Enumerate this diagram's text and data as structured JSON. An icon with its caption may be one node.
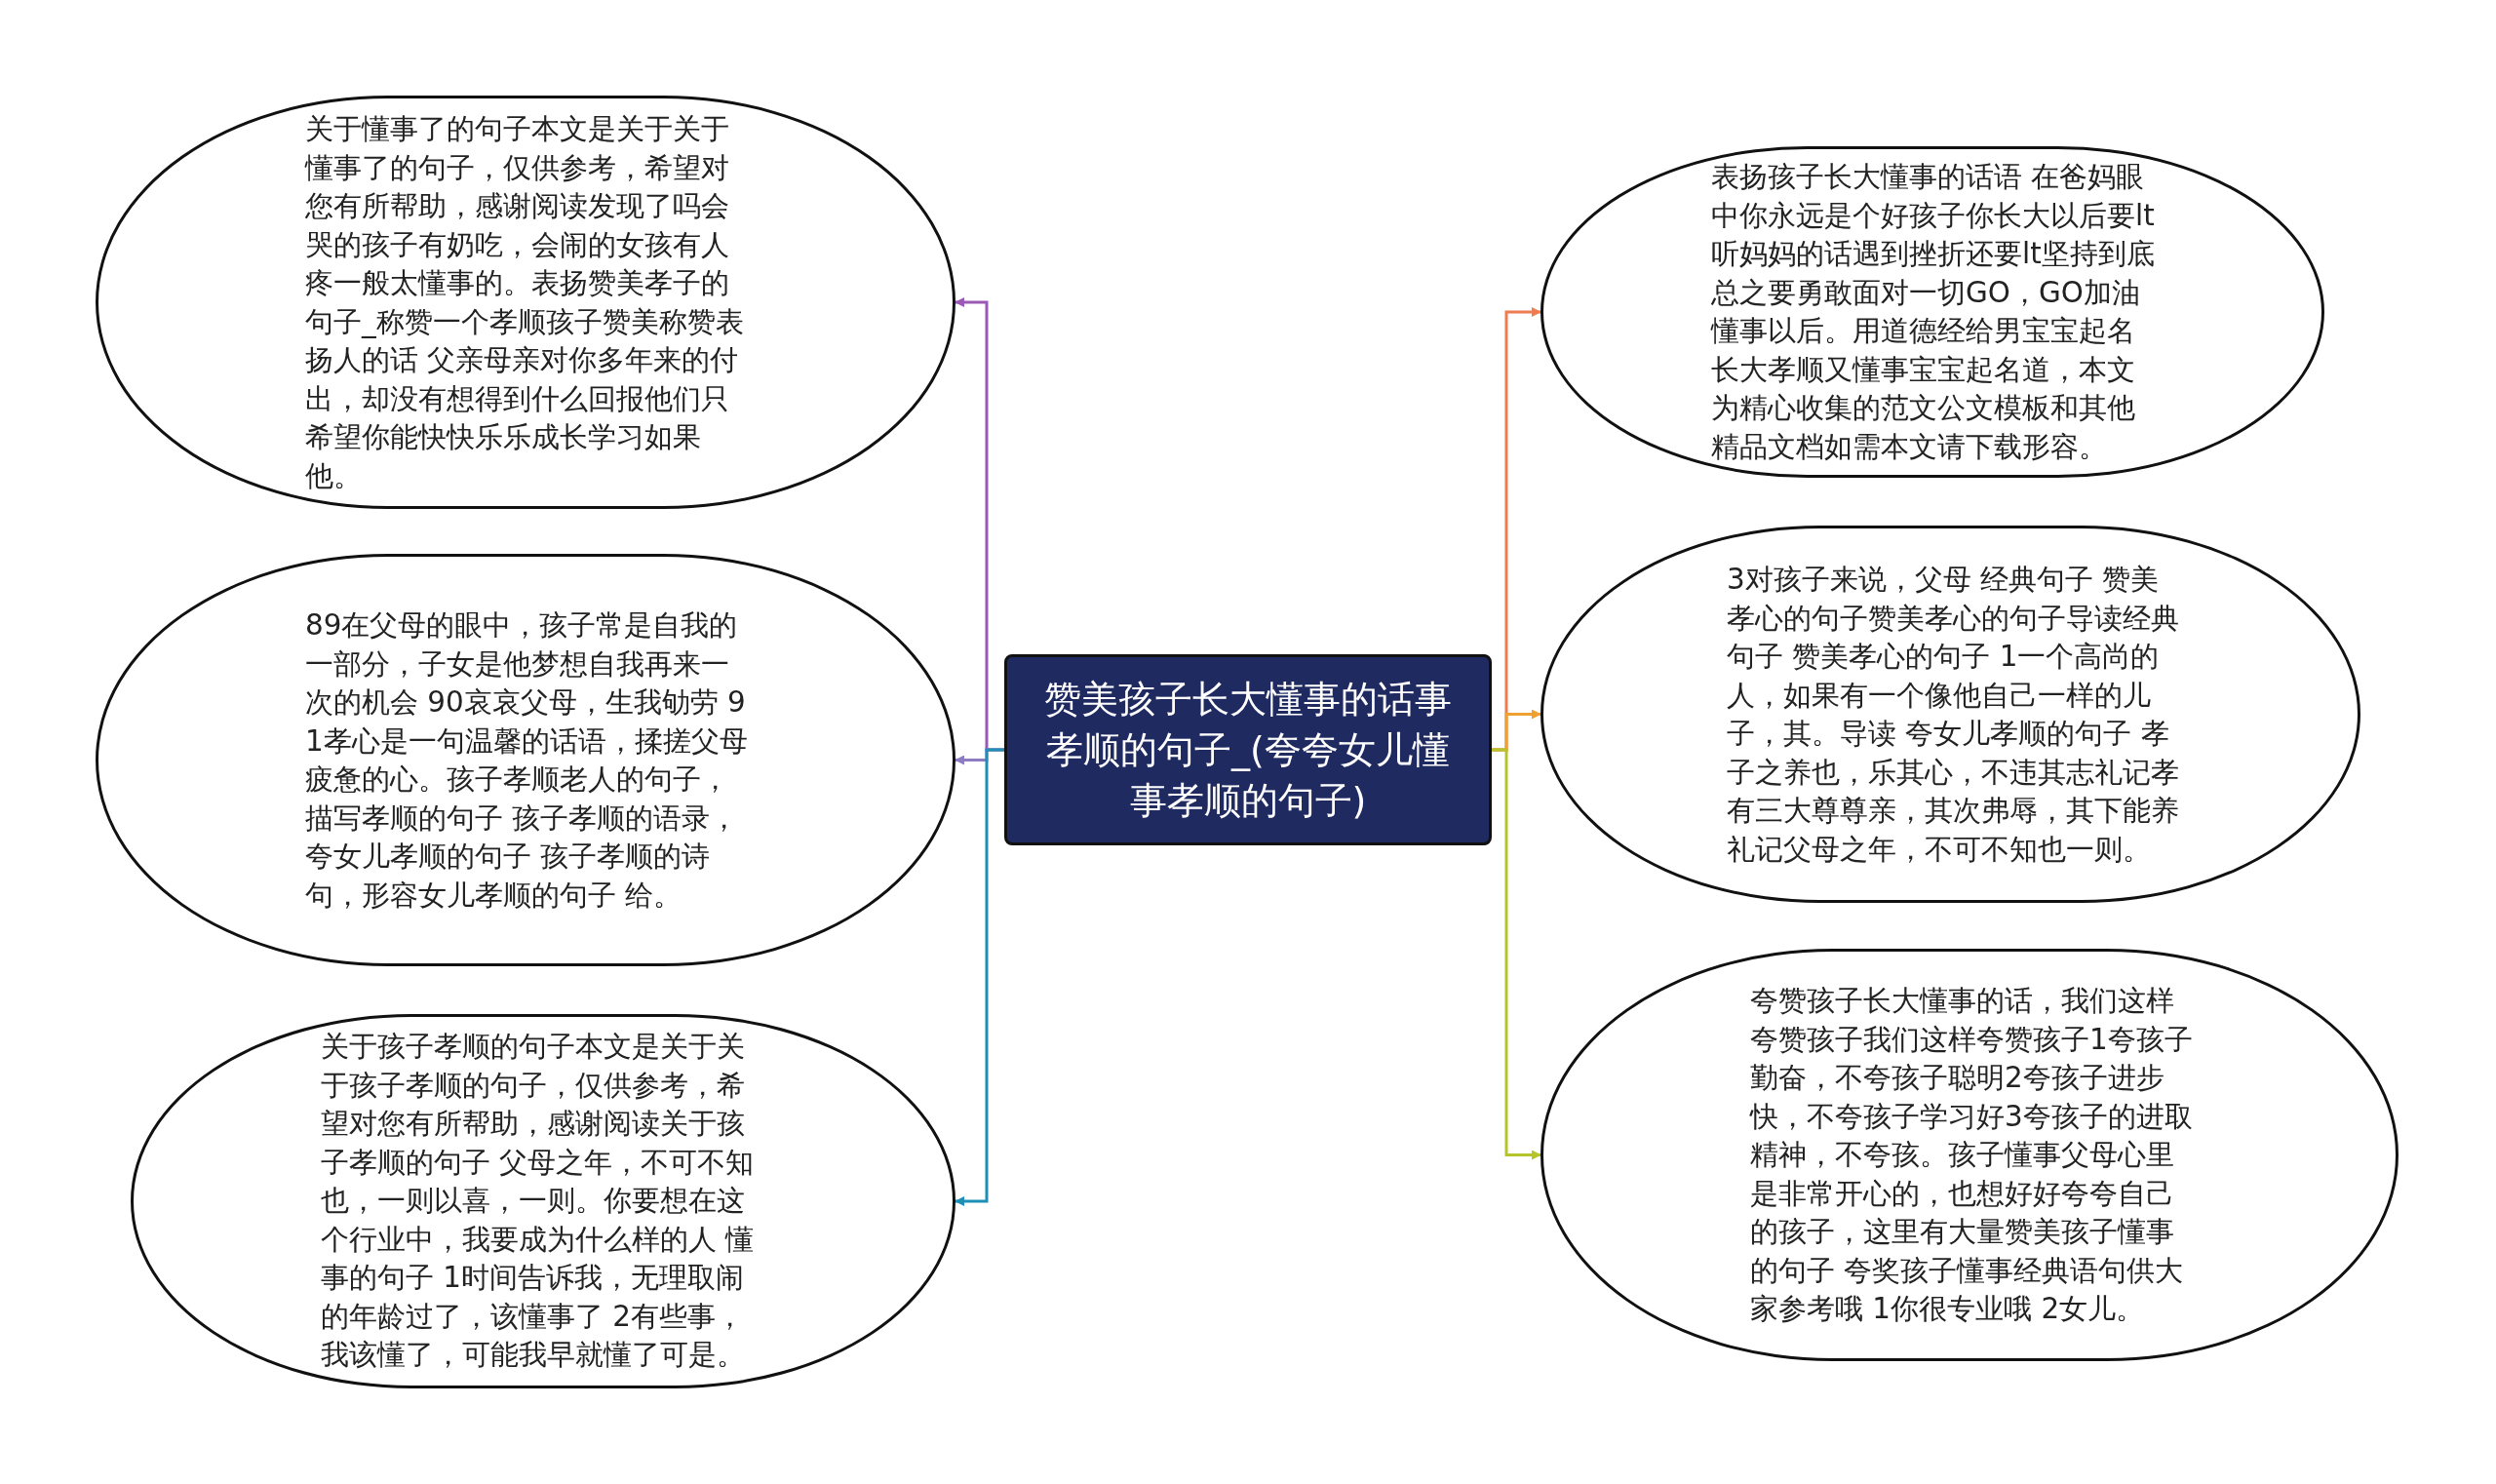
{
  "diagram": {
    "nodes": [
      {
        "text": [
          "赞美孩子长大懂事的话事孝顺的句子_(夸夸女儿懂事孝顺的句子)"
        ]
      },
      {
        "text": [
          "关于懂事了的句子本文是关于关于懂事了的句子，仅供参考，希望对您有所帮助，感谢阅读发现了吗会哭的孩子有奶吃，会闹的女孩有人疼一般太懂事的。表扬赞美孝子的句子_称赞一个孝顺孩子赞美称赞表扬人的话 父亲母亲对你多年来的付出，却没有想得到什么回报他们只希望你能快快乐乐成长学习如果他。"
        ]
      },
      {
        "text": [
          "89在父母的眼中，孩子常是自我的一部分，子女是他梦想自我再来一次的机会 90哀哀父母，生我劬劳 91孝心是一句温馨的话语，揉搓父母疲惫的心。孩子孝顺老人的句子，描写孝顺的句子 孩子孝顺的语录，夸女儿孝顺的句子 孩子孝顺的诗句，形容女儿孝顺的句子 给。"
        ]
      },
      {
        "text": [
          "关于孩子孝顺的句子本文是关于关于孩子孝顺的句子，仅供参考，希望对您有所帮助，感谢阅读关于孩子孝顺的句子 父母之年，不可不知也，一则以喜，一则。你要想在这个行业中，我要成为什么样的人 懂事的句子 1时间告诉我，无理取闹的年龄过了，该懂事了 2有些事，我该懂了，可能我早就懂了可是。"
        ]
      },
      {
        "text": [
          "表扬孩子长大懂事的话语 在爸妈眼中你永远是个好孩子你长大以后要lt听妈妈的话遇到挫折还要lt坚持到底总之要勇敢面对一切GO，GO加油懂事以后。用道德经给男宝宝起名长大孝顺又懂事宝宝起名道，本文为精心收集的范文公文模板和其他精品文档如需本文请下载形容。"
        ]
      },
      {
        "text": [
          "3对孩子来说，父母 经典句子 赞美孝心的句子赞美孝心的句子导读经典句子 赞美孝心的句子 1一个高尚的人，如果有一个像他自己一样的儿子，其。导读 夸女儿孝顺的句子 孝子之养也，乐其心，不违其志礼记孝有三大尊尊亲，其次弗辱，其下能养礼记父母之年，不可不知也一则。"
        ]
      },
      {
        "text": [
          "夸赞孩子长大懂事的话，我们这样夸赞孩子我们这样夸赞孩子1夸孩子勤奋，不夸孩子聪明2夸孩子进步快，不夸孩子学习好3夸孩子的进取精神，不夸孩。孩子懂事父母心里是非常开心的，也想好好夸夸自己的孩子，这里有大量赞美孩子懂事的句子 夸奖孩子懂事经典语句供大家参考哦 1你很专业哦 2女儿。"
        ]
      }
    ],
    "edges": [
      {
        "from": 0,
        "to": 1,
        "arrow": "to",
        "color": "#9b59b6"
      },
      {
        "from": 0,
        "to": 2,
        "arrow": "to",
        "color": "#8e7cc3"
      },
      {
        "from": 0,
        "to": 3,
        "arrow": "to",
        "color": "#1f8fb5"
      },
      {
        "from": 0,
        "to": 4,
        "arrow": "to",
        "color": "#ef7b50"
      },
      {
        "from": 0,
        "to": 5,
        "arrow": "to",
        "color": "#f0a030"
      },
      {
        "from": 0,
        "to": 6,
        "arrow": "to",
        "color": "#b4c42a"
      }
    ]
  }
}
